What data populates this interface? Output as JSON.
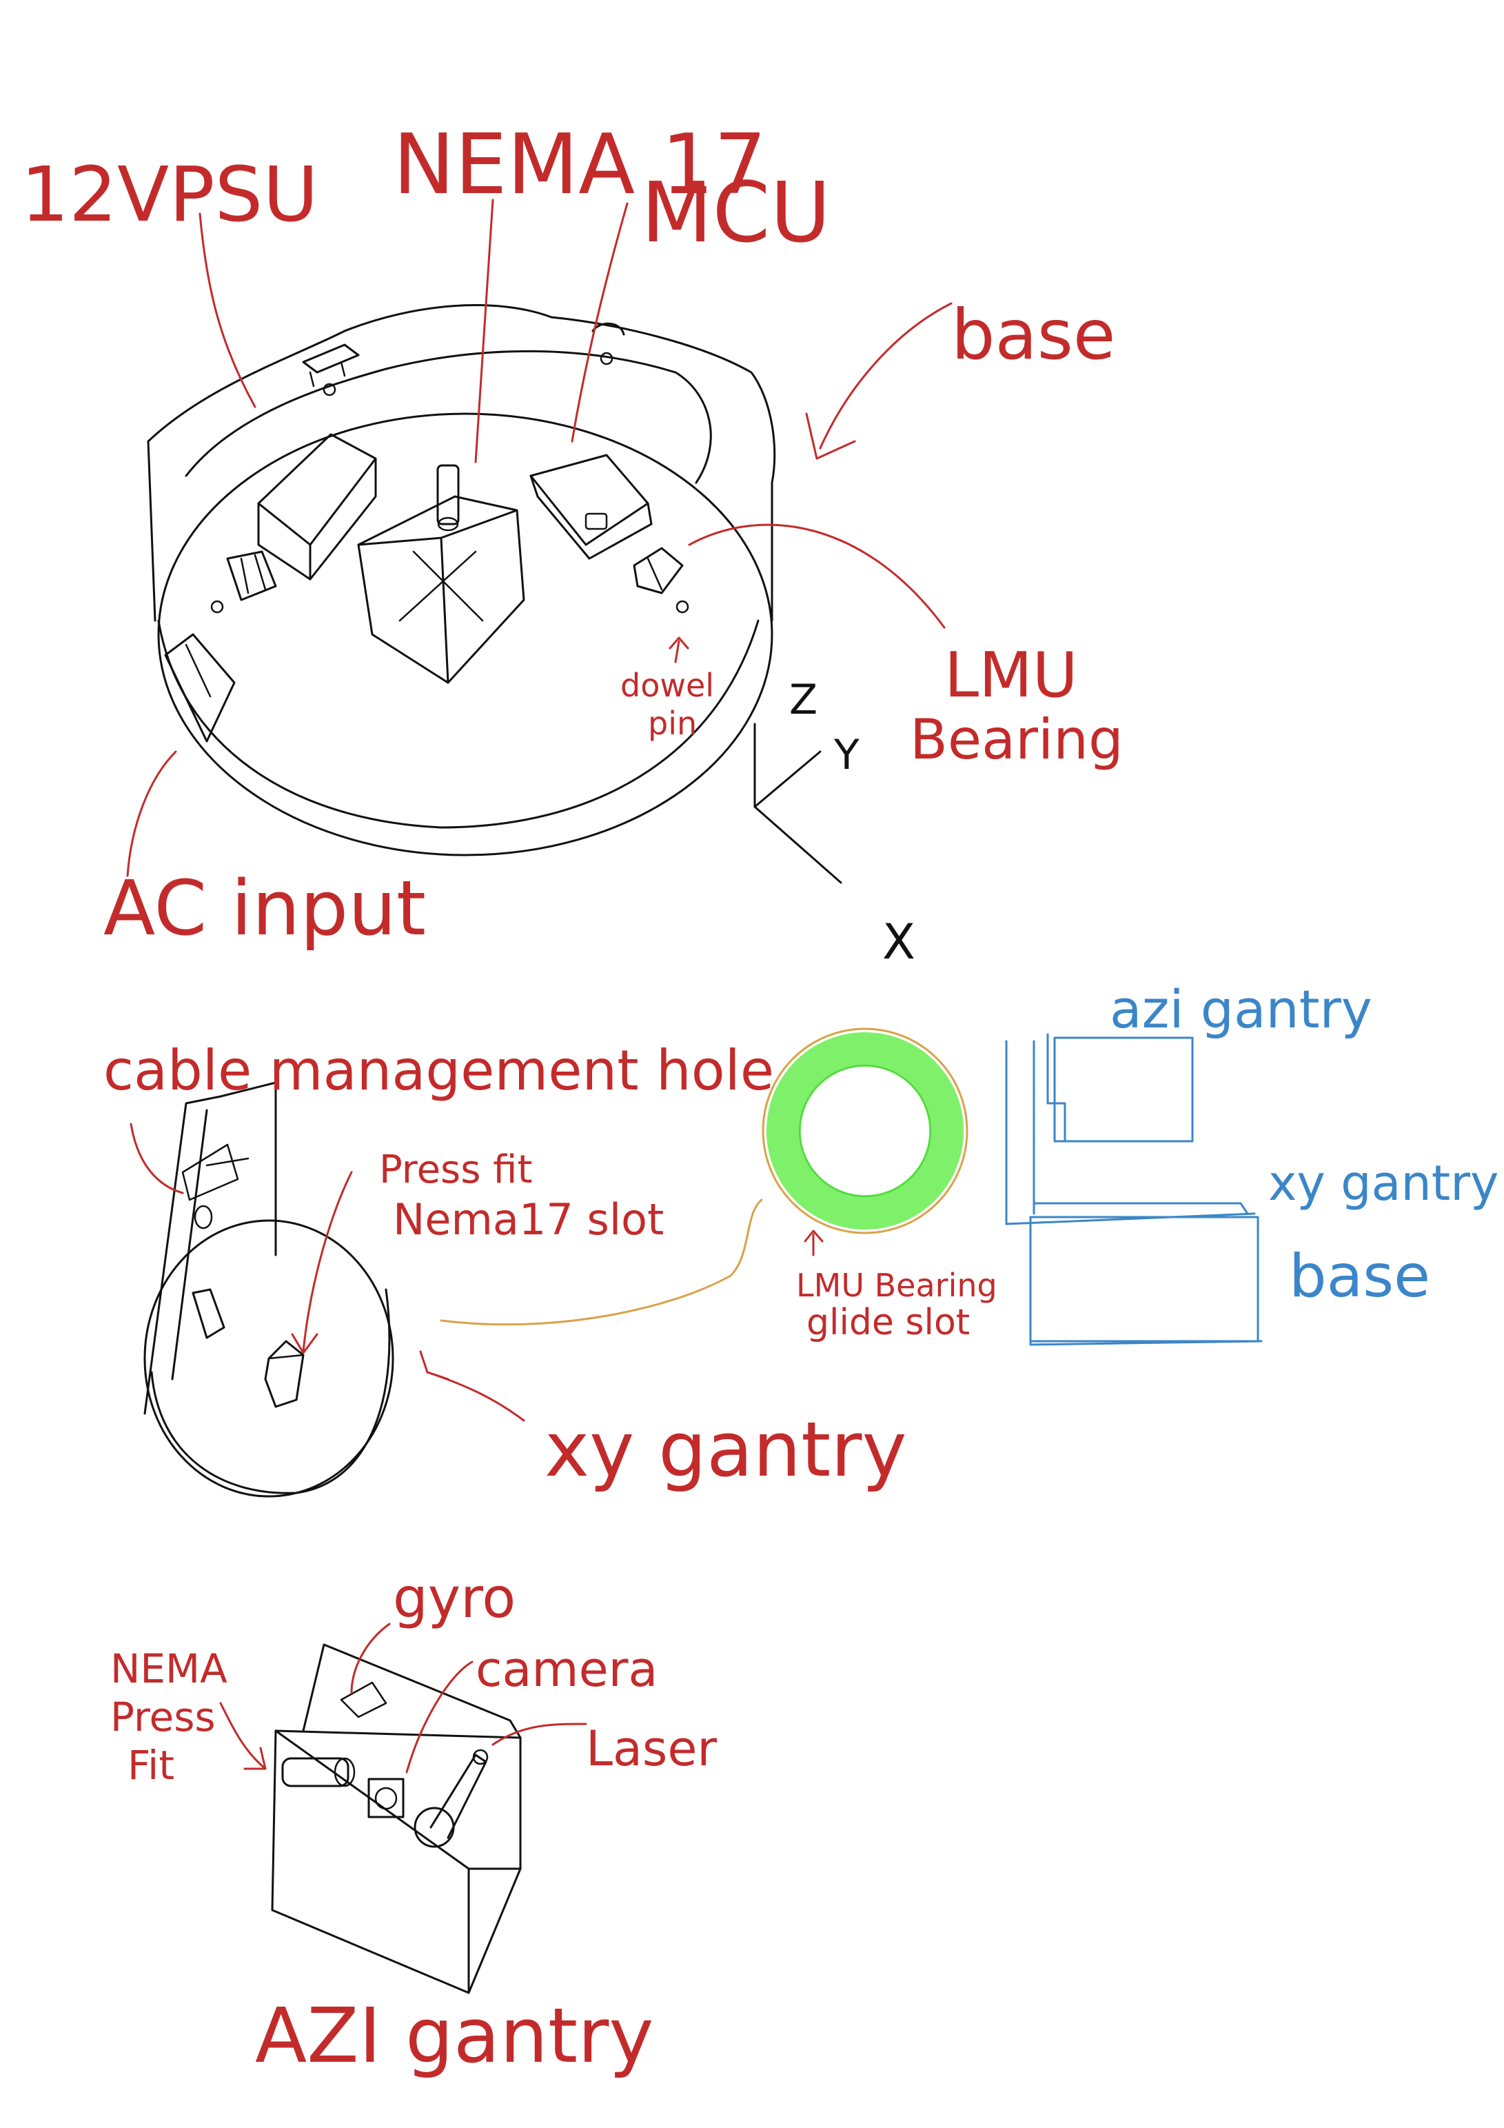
{
  "colors": {
    "ink": "#111111",
    "annotation_red": "#c32b2b",
    "annotation_blue": "#3b86c8",
    "highlight_green": "#7ef06a",
    "outline_gold": "#d9a24a",
    "background": "#ffffff"
  },
  "base_view": {
    "labels": {
      "psu": "12VPSU",
      "nema": "NEMA 17",
      "mcu": "MCU",
      "base": "base",
      "lmu_line1": "LMU",
      "lmu_line2": "Bearing",
      "dowel_line1": "dowel",
      "dowel_line2": "pin",
      "ac_input": "AC input"
    },
    "axes": {
      "z": "Z",
      "y": "Y",
      "x": "X"
    }
  },
  "xy_gantry_view": {
    "labels": {
      "cable_hole": "cable management hole",
      "press_fit_line1": "Press fit",
      "press_fit_line2": "Nema17 slot",
      "glide_line1": "LMU Bearing",
      "glide_line2": "glide slot",
      "title": "xy gantry"
    }
  },
  "stack_view": {
    "labels": {
      "azi": "azi gantry",
      "xy": "xy gantry",
      "base": "base"
    }
  },
  "azi_view": {
    "labels": {
      "gyro": "gyro",
      "camera": "camera",
      "laser": "Laser",
      "nema_line1": "NEMA",
      "nema_line2": "Press",
      "nema_line3": "Fit",
      "title": "AZI gantry"
    }
  }
}
